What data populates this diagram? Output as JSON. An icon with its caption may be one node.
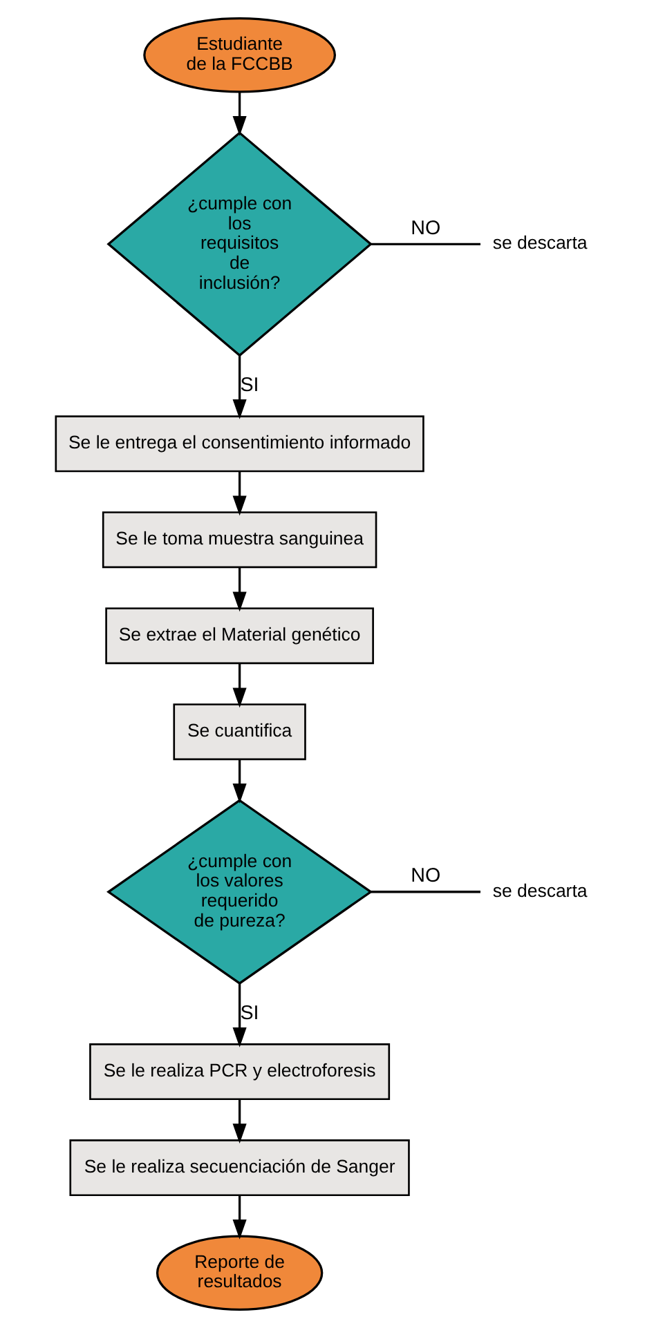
{
  "diagram": {
    "nodes": [
      {
        "text": [
          "Estudiante de la FCCBB"
        ]
      },
      {
        "text": [
          "¿cumple con los requisitos de inclusión?"
        ]
      },
      {
        "text": [
          "se descarta"
        ]
      },
      {
        "text": [
          "Se le entrega el consentimiento informado"
        ]
      },
      {
        "text": [
          "Se le toma muestra sanguinea"
        ]
      },
      {
        "text": [
          "Se extrae el Material genético"
        ]
      },
      {
        "text": [
          "Se cuantifica"
        ]
      },
      {
        "text": [
          "¿cumple con los valores requerido de pureza?"
        ]
      },
      {
        "text": [
          "se descarta"
        ]
      },
      {
        "text": [
          "Se le realiza PCR y electroforesis"
        ]
      },
      {
        "text": [
          "Se le realiza secuenciación de Sanger"
        ]
      },
      {
        "text": [
          "Reporte de resultados"
        ]
      }
    ],
    "edges": [
      {
        "from": 0,
        "to": 1,
        "arrow": "to"
      },
      {
        "from": 1,
        "to": 2,
        "arrow": "none",
        "label": "NO"
      },
      {
        "from": 1,
        "to": 3,
        "arrow": "to",
        "label": "SI"
      },
      {
        "from": 3,
        "to": 4,
        "arrow": "to"
      },
      {
        "from": 4,
        "to": 5,
        "arrow": "to"
      },
      {
        "from": 5,
        "to": 6,
        "arrow": "to"
      },
      {
        "from": 6,
        "to": 7,
        "arrow": "to"
      },
      {
        "from": 7,
        "to": 8,
        "arrow": "none",
        "label": "NO"
      },
      {
        "from": 7,
        "to": 9,
        "arrow": "to",
        "label": "SI"
      },
      {
        "from": 9,
        "to": 10,
        "arrow": "to"
      },
      {
        "from": 10,
        "to": 11,
        "arrow": "to"
      }
    ]
  }
}
